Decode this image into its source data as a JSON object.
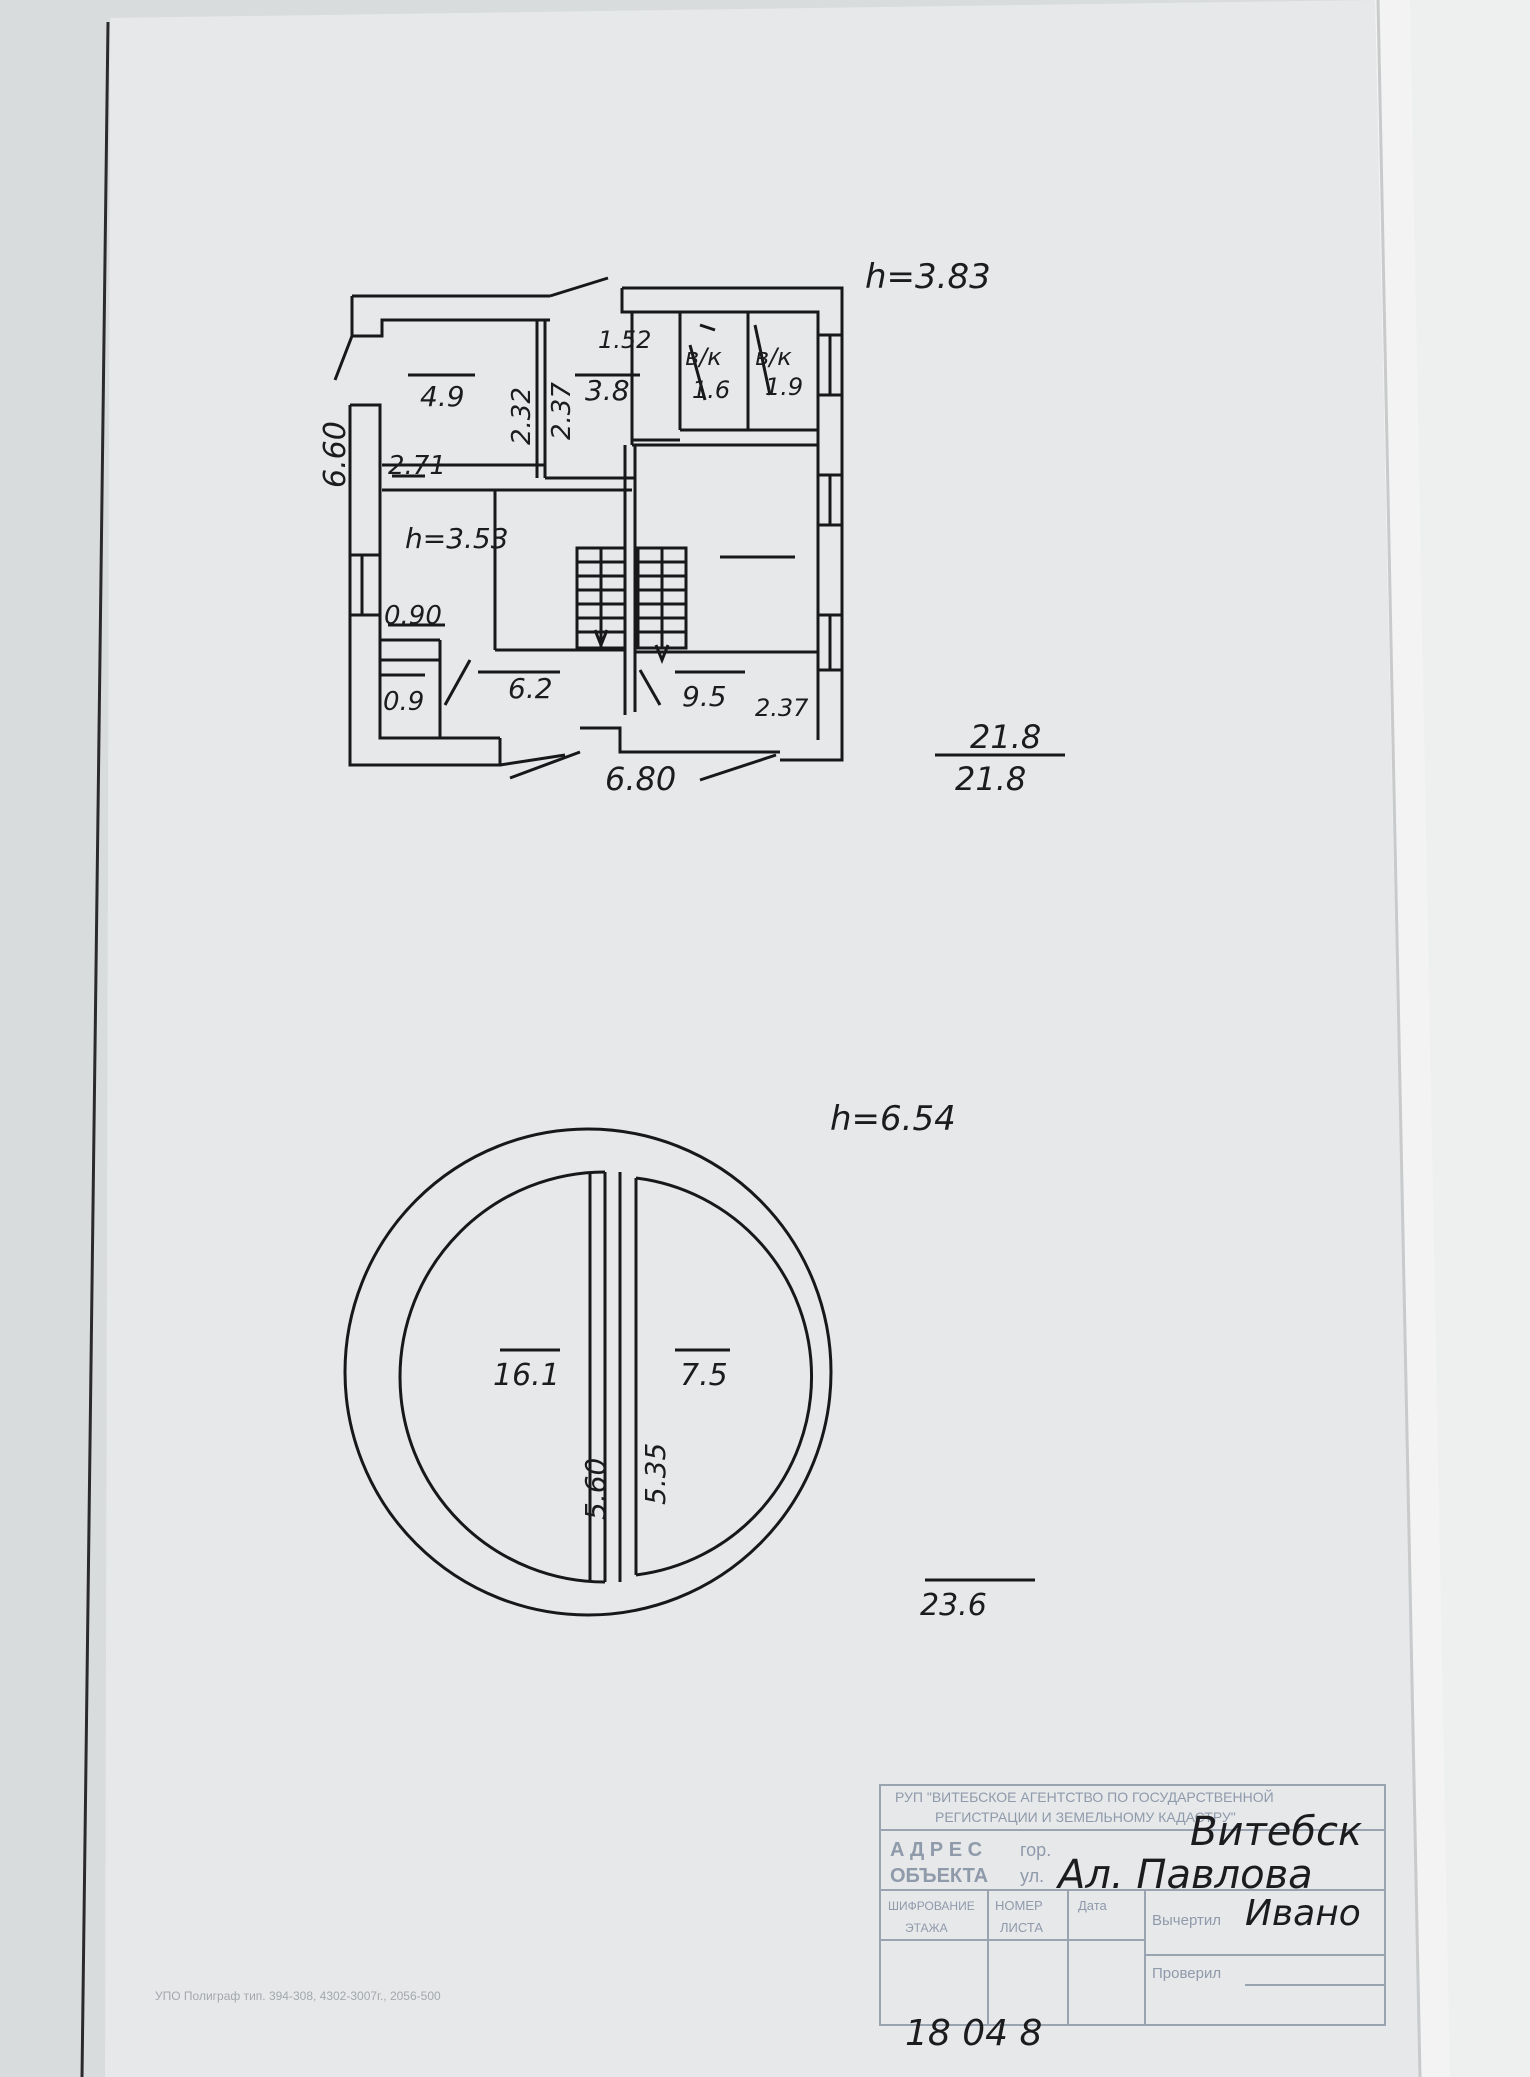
{
  "document": {
    "ground_floor": {
      "height_mark": "h=3.83",
      "outer_width": "6.80",
      "outer_depth": "6.60",
      "room_areas": [
        "4.9",
        "3.8",
        "1.6",
        "1.9",
        "6.2",
        "9.5",
        "0.9"
      ],
      "room_labels": [
        "в/к",
        "в/к"
      ],
      "dimensions": [
        "1.52",
        "2.32",
        "2.37",
        "2.71",
        "0.90",
        "2.37"
      ],
      "inner_height": "h=3.53",
      "total_numerator": "21.8",
      "total_denominator": "21.8"
    },
    "upper_floor": {
      "height_mark": "h=6.54",
      "room_areas": [
        "16.1",
        "7.5"
      ],
      "dimensions": [
        "5.60",
        "5.35"
      ],
      "total": "23.6"
    },
    "stamp": {
      "header_line1": "РУП \"ВИТЕБСКОЕ АГЕНТСТВО ПО ГОСУДАРСТВЕННОЙ",
      "header_line2": "РЕГИСТРАЦИИ И ЗЕМЕЛЬНОМУ КАДАСТРУ\"",
      "address_label_1": "А Д Р Е С",
      "address_label_2": "ОБЪЕКТА",
      "city_prefix": "гор.",
      "street_prefix": "ул.",
      "city_hand": "Витебск",
      "street_hand": "Ал. Павлова",
      "floor_label_1": "ШИФРОВАНИЕ",
      "floor_label_2": "ЭТАЖА",
      "sheet_label_1": "НОМЕР",
      "sheet_label_2": "ЛИСТА",
      "date_label": "Дата",
      "drew_label": "Вычертил",
      "drew_hand": "Ивано",
      "checked_label": "Проверил",
      "date_hand": "18  04  8"
    },
    "printer_line": "УПО Полиграф тип. 394-308, 4302-3007г., 2056-500"
  }
}
